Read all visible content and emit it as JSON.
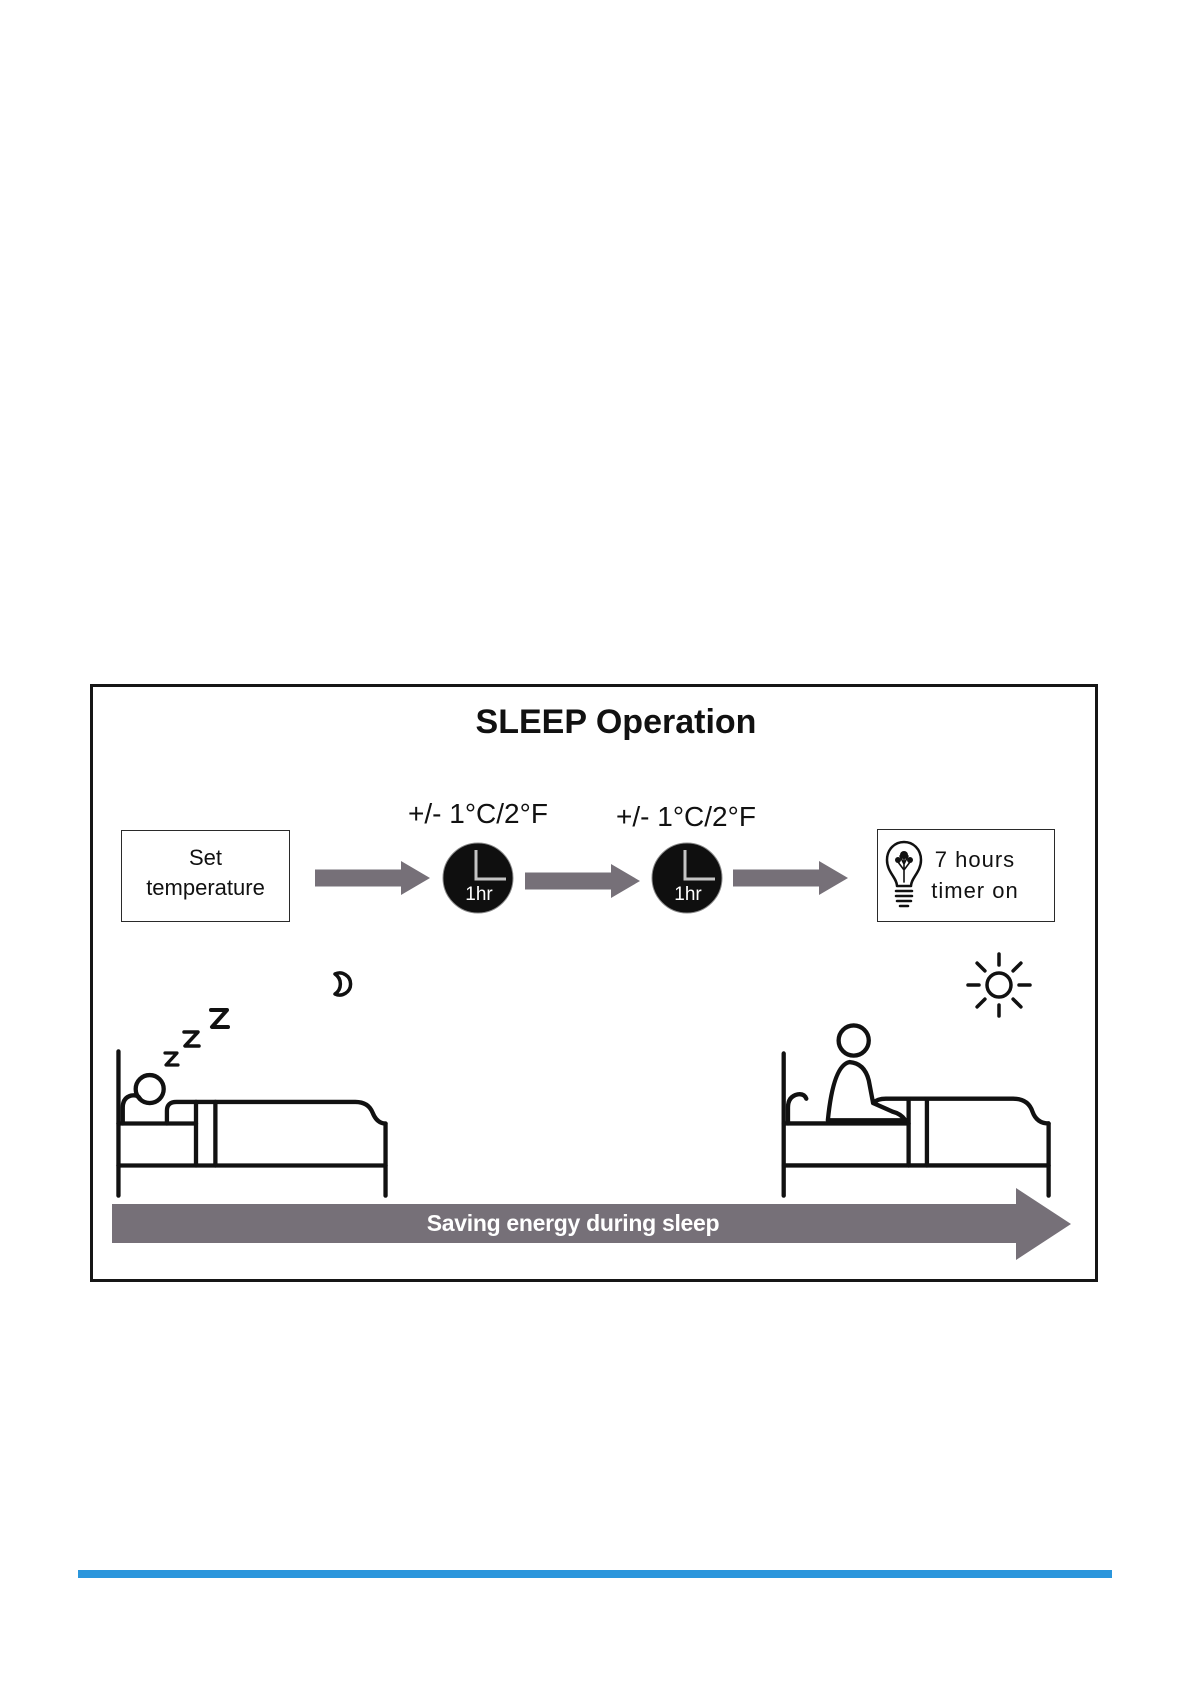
{
  "diagram": {
    "title": "SLEEP Operation",
    "start_box": {
      "line1": "Set",
      "line2": "temperature"
    },
    "steps": [
      {
        "label": "+/- 1°C/2°F",
        "clock_label": "1hr",
        "icon": "clock-icon"
      },
      {
        "label": "+/- 1°C/2°F",
        "clock_label": "1hr",
        "icon": "clock-icon"
      }
    ],
    "end_box": {
      "line1": "7 hours",
      "line2": "timer on",
      "icon": "lightbulb-icon"
    },
    "banner": {
      "text": "Saving energy during sleep",
      "text_color": "#ffffff",
      "icon": "arrow-right-icon"
    },
    "arrow_color": "#767078",
    "clock_color": "#0f0f0f",
    "scene_icons": {
      "night": "moon-icon",
      "sleep": "sleep-zzz-icon",
      "start_scene": "person-sleeping-in-bed-icon",
      "day": "sun-icon",
      "end_scene": "person-waking-in-bed-icon"
    }
  },
  "footer": {
    "rule_color": "#2b96dc"
  }
}
